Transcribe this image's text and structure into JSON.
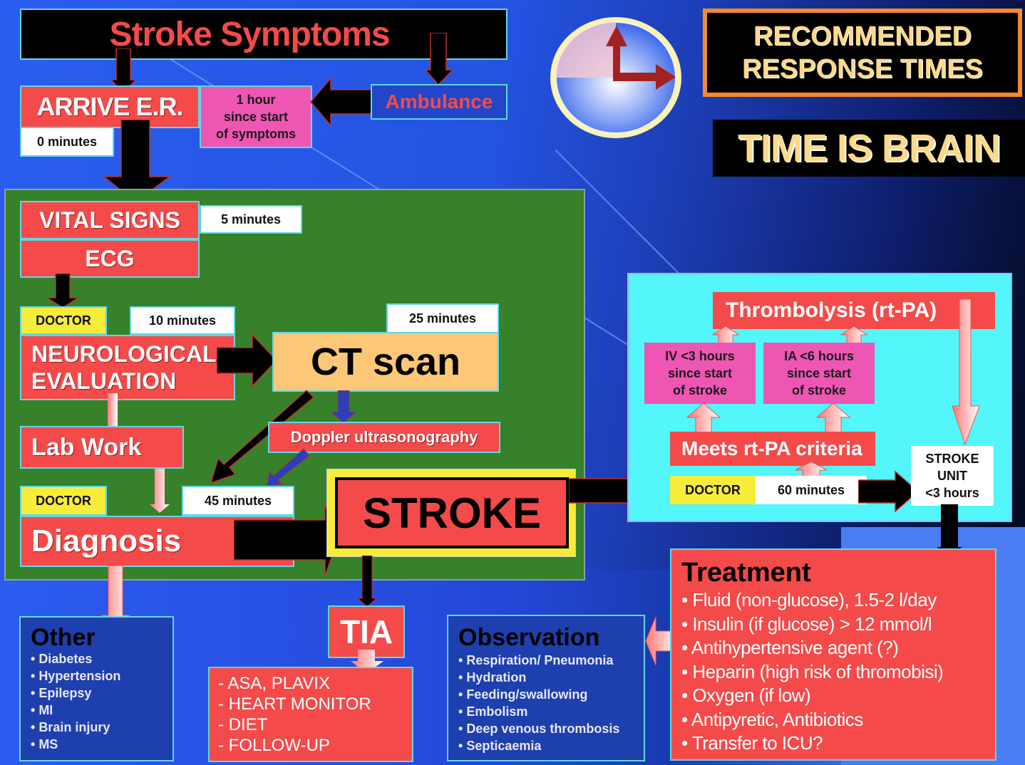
{
  "header": {
    "title": "Stroke Symptoms",
    "recommended_line1": "RECOMMENDED",
    "recommended_line2": "RESPONSE TIMES",
    "tagline": "TIME IS BRAIN",
    "clock_icon": "clock-icon"
  },
  "arrival": {
    "arrive_er": "ARRIVE E.R.",
    "arrive_time": "0 minutes",
    "ambulance": "Ambulance",
    "since_symptoms_1": "1 hour",
    "since_symptoms_2": "since start",
    "since_symptoms_3": "of symptoms"
  },
  "assessment": {
    "vital_signs": "VITAL SIGNS",
    "vital_time": "5 minutes",
    "ecg": "ECG",
    "doctor_label_1": "DOCTOR",
    "neuro_time": "10 minutes",
    "neuro_line1": "NEUROLOGICAL",
    "neuro_line2": "EVALUATION",
    "ct_time": "25 minutes",
    "ct_scan": "CT scan",
    "doppler": "Doppler ultrasonography",
    "lab_work": "Lab Work",
    "doctor_label_2": "DOCTOR",
    "diagnosis_time": "45 minutes",
    "diagnosis": "Diagnosis",
    "stroke": "STROKE"
  },
  "thrombolysis": {
    "title": "Thrombolysis (rt-PA)",
    "iv_1": "IV <3 hours",
    "iv_2": "since start",
    "iv_3": "of stroke",
    "ia_1": "IA <6 hours",
    "ia_2": "since start",
    "ia_3": "of stroke",
    "criteria": "Meets rt-PA criteria",
    "doctor_label": "DOCTOR",
    "doctor_time": "60 minutes",
    "unit_1": "STROKE",
    "unit_2": "UNIT",
    "unit_3": "<3 hours"
  },
  "other": {
    "title": "Other",
    "items": [
      "Diabetes",
      "Hypertension",
      "Epilepsy",
      "MI",
      "Brain injury",
      "MS"
    ]
  },
  "tia": {
    "title": "TIA",
    "items": [
      "- ASA, PLAVIX",
      "- HEART MONITOR",
      "- DIET",
      "- FOLLOW-UP"
    ]
  },
  "observation": {
    "title": "Observation",
    "items": [
      "Respiration/ Pneumonia",
      "Hydration",
      "Feeding/swallowing",
      "Embolism",
      "Deep venous thrombosis",
      "Septicaemia"
    ]
  },
  "treatment": {
    "title": "Treatment",
    "items": [
      "Fluid (non-glucose), 1.5-2 l/day",
      "Insulin (if glucose) > 12 mmol/l",
      "Antihypertensive agent (?)",
      "Heparin (high risk of thromobisi)",
      "Oxygen (if low)",
      "Antipyretic, Antibiotics",
      "Transfer to ICU?"
    ]
  },
  "colors": {
    "red": "#f44a4a",
    "pink": "#ee56b4",
    "yellow": "#f8ec3a",
    "green_panel": "#37812b",
    "cyan_panel": "#52f6fb",
    "ct_orange": "#fcc877",
    "title_gold": "#fcd98a",
    "orange_border": "#f48a2a"
  }
}
